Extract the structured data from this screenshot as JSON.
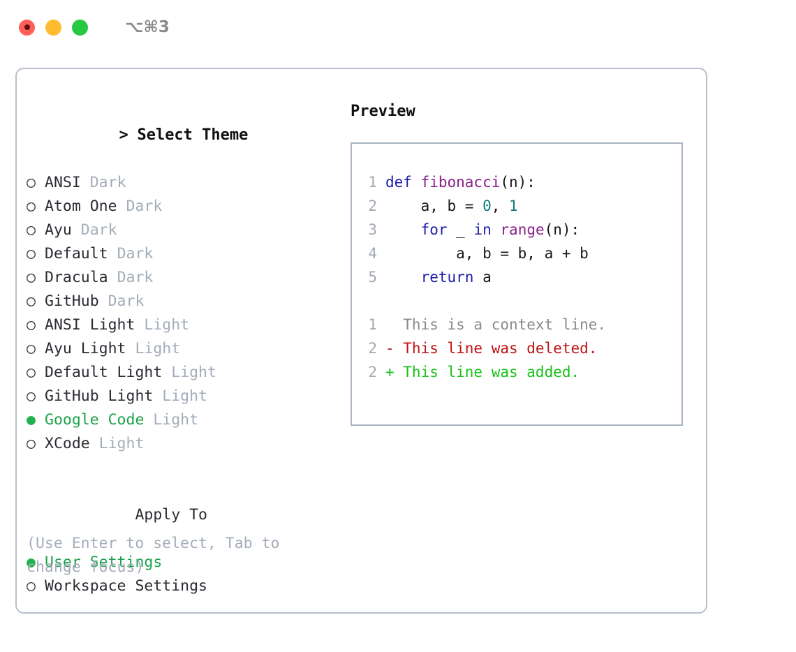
{
  "window": {
    "shortcut": "⌥⌘3",
    "traffic_lights": [
      "close-red",
      "minimize-amber",
      "maximize-green"
    ]
  },
  "left_panel": {
    "header_marker": ">",
    "header_label": "Select Theme",
    "themes": [
      {
        "marker": "○",
        "selected": false,
        "name": "ANSI",
        "variant": "Dark"
      },
      {
        "marker": "○",
        "selected": false,
        "name": "Atom One",
        "variant": "Dark"
      },
      {
        "marker": "○",
        "selected": false,
        "name": "Ayu",
        "variant": "Dark"
      },
      {
        "marker": "○",
        "selected": false,
        "name": "Default",
        "variant": "Dark"
      },
      {
        "marker": "○",
        "selected": false,
        "name": "Dracula",
        "variant": "Dark"
      },
      {
        "marker": "○",
        "selected": false,
        "name": "GitHub",
        "variant": "Dark"
      },
      {
        "marker": "○",
        "selected": false,
        "name": "ANSI Light",
        "variant": "Light"
      },
      {
        "marker": "○",
        "selected": false,
        "name": "Ayu Light",
        "variant": "Light"
      },
      {
        "marker": "○",
        "selected": false,
        "name": "Default Light",
        "variant": "Light"
      },
      {
        "marker": "○",
        "selected": false,
        "name": "GitHub Light",
        "variant": "Light"
      },
      {
        "marker": "●",
        "selected": true,
        "name": "Google Code",
        "variant": "Light"
      },
      {
        "marker": "○",
        "selected": false,
        "name": "XCode",
        "variant": "Light"
      }
    ],
    "apply_to": {
      "label": "Apply To",
      "options": [
        {
          "marker": "●",
          "selected": true,
          "label": "User Settings"
        },
        {
          "marker": "○",
          "selected": false,
          "label": "Workspace Settings"
        }
      ]
    },
    "hint": "(Use Enter to select, Tab to change focus)"
  },
  "right_panel": {
    "title": "Preview",
    "code_lines": [
      {
        "no": "1",
        "tokens": [
          {
            "t": "def ",
            "c": "kw"
          },
          {
            "t": "fibonacci",
            "c": "fn"
          },
          {
            "t": "(n):",
            "c": "plain"
          }
        ]
      },
      {
        "no": "2",
        "tokens": [
          {
            "t": "    a, b = ",
            "c": "plain"
          },
          {
            "t": "0",
            "c": "num"
          },
          {
            "t": ", ",
            "c": "plain"
          },
          {
            "t": "1",
            "c": "num"
          }
        ]
      },
      {
        "no": "3",
        "tokens": [
          {
            "t": "    ",
            "c": "plain"
          },
          {
            "t": "for",
            "c": "kw"
          },
          {
            "t": " _ ",
            "c": "plain"
          },
          {
            "t": "in",
            "c": "kw"
          },
          {
            "t": " ",
            "c": "plain"
          },
          {
            "t": "range",
            "c": "fn"
          },
          {
            "t": "(n):",
            "c": "plain"
          }
        ]
      },
      {
        "no": "4",
        "tokens": [
          {
            "t": "        a, b = b, a + b",
            "c": "plain"
          }
        ]
      },
      {
        "no": "5",
        "tokens": [
          {
            "t": "    ",
            "c": "plain"
          },
          {
            "t": "return",
            "c": "kw"
          },
          {
            "t": " a",
            "c": "plain"
          }
        ]
      }
    ],
    "diff_lines": [
      {
        "no": "1",
        "text": "  This is a context line.",
        "c": "ctx"
      },
      {
        "no": "2",
        "text": "- This line was deleted.",
        "c": "del"
      },
      {
        "no": "2",
        "text": "+ This line was added.",
        "c": "add"
      }
    ]
  },
  "colors": {
    "accent_green": "#1aa34a",
    "dot_green": "#22b14c",
    "muted": "#a3acb9",
    "panel_border": "#b7c0cc",
    "preview_border": "#aab4c2",
    "keyword": "#1c1cad",
    "function": "#8b1f8b",
    "number": "#0f7a78",
    "deleted": "#c01212",
    "added": "#17c017"
  }
}
